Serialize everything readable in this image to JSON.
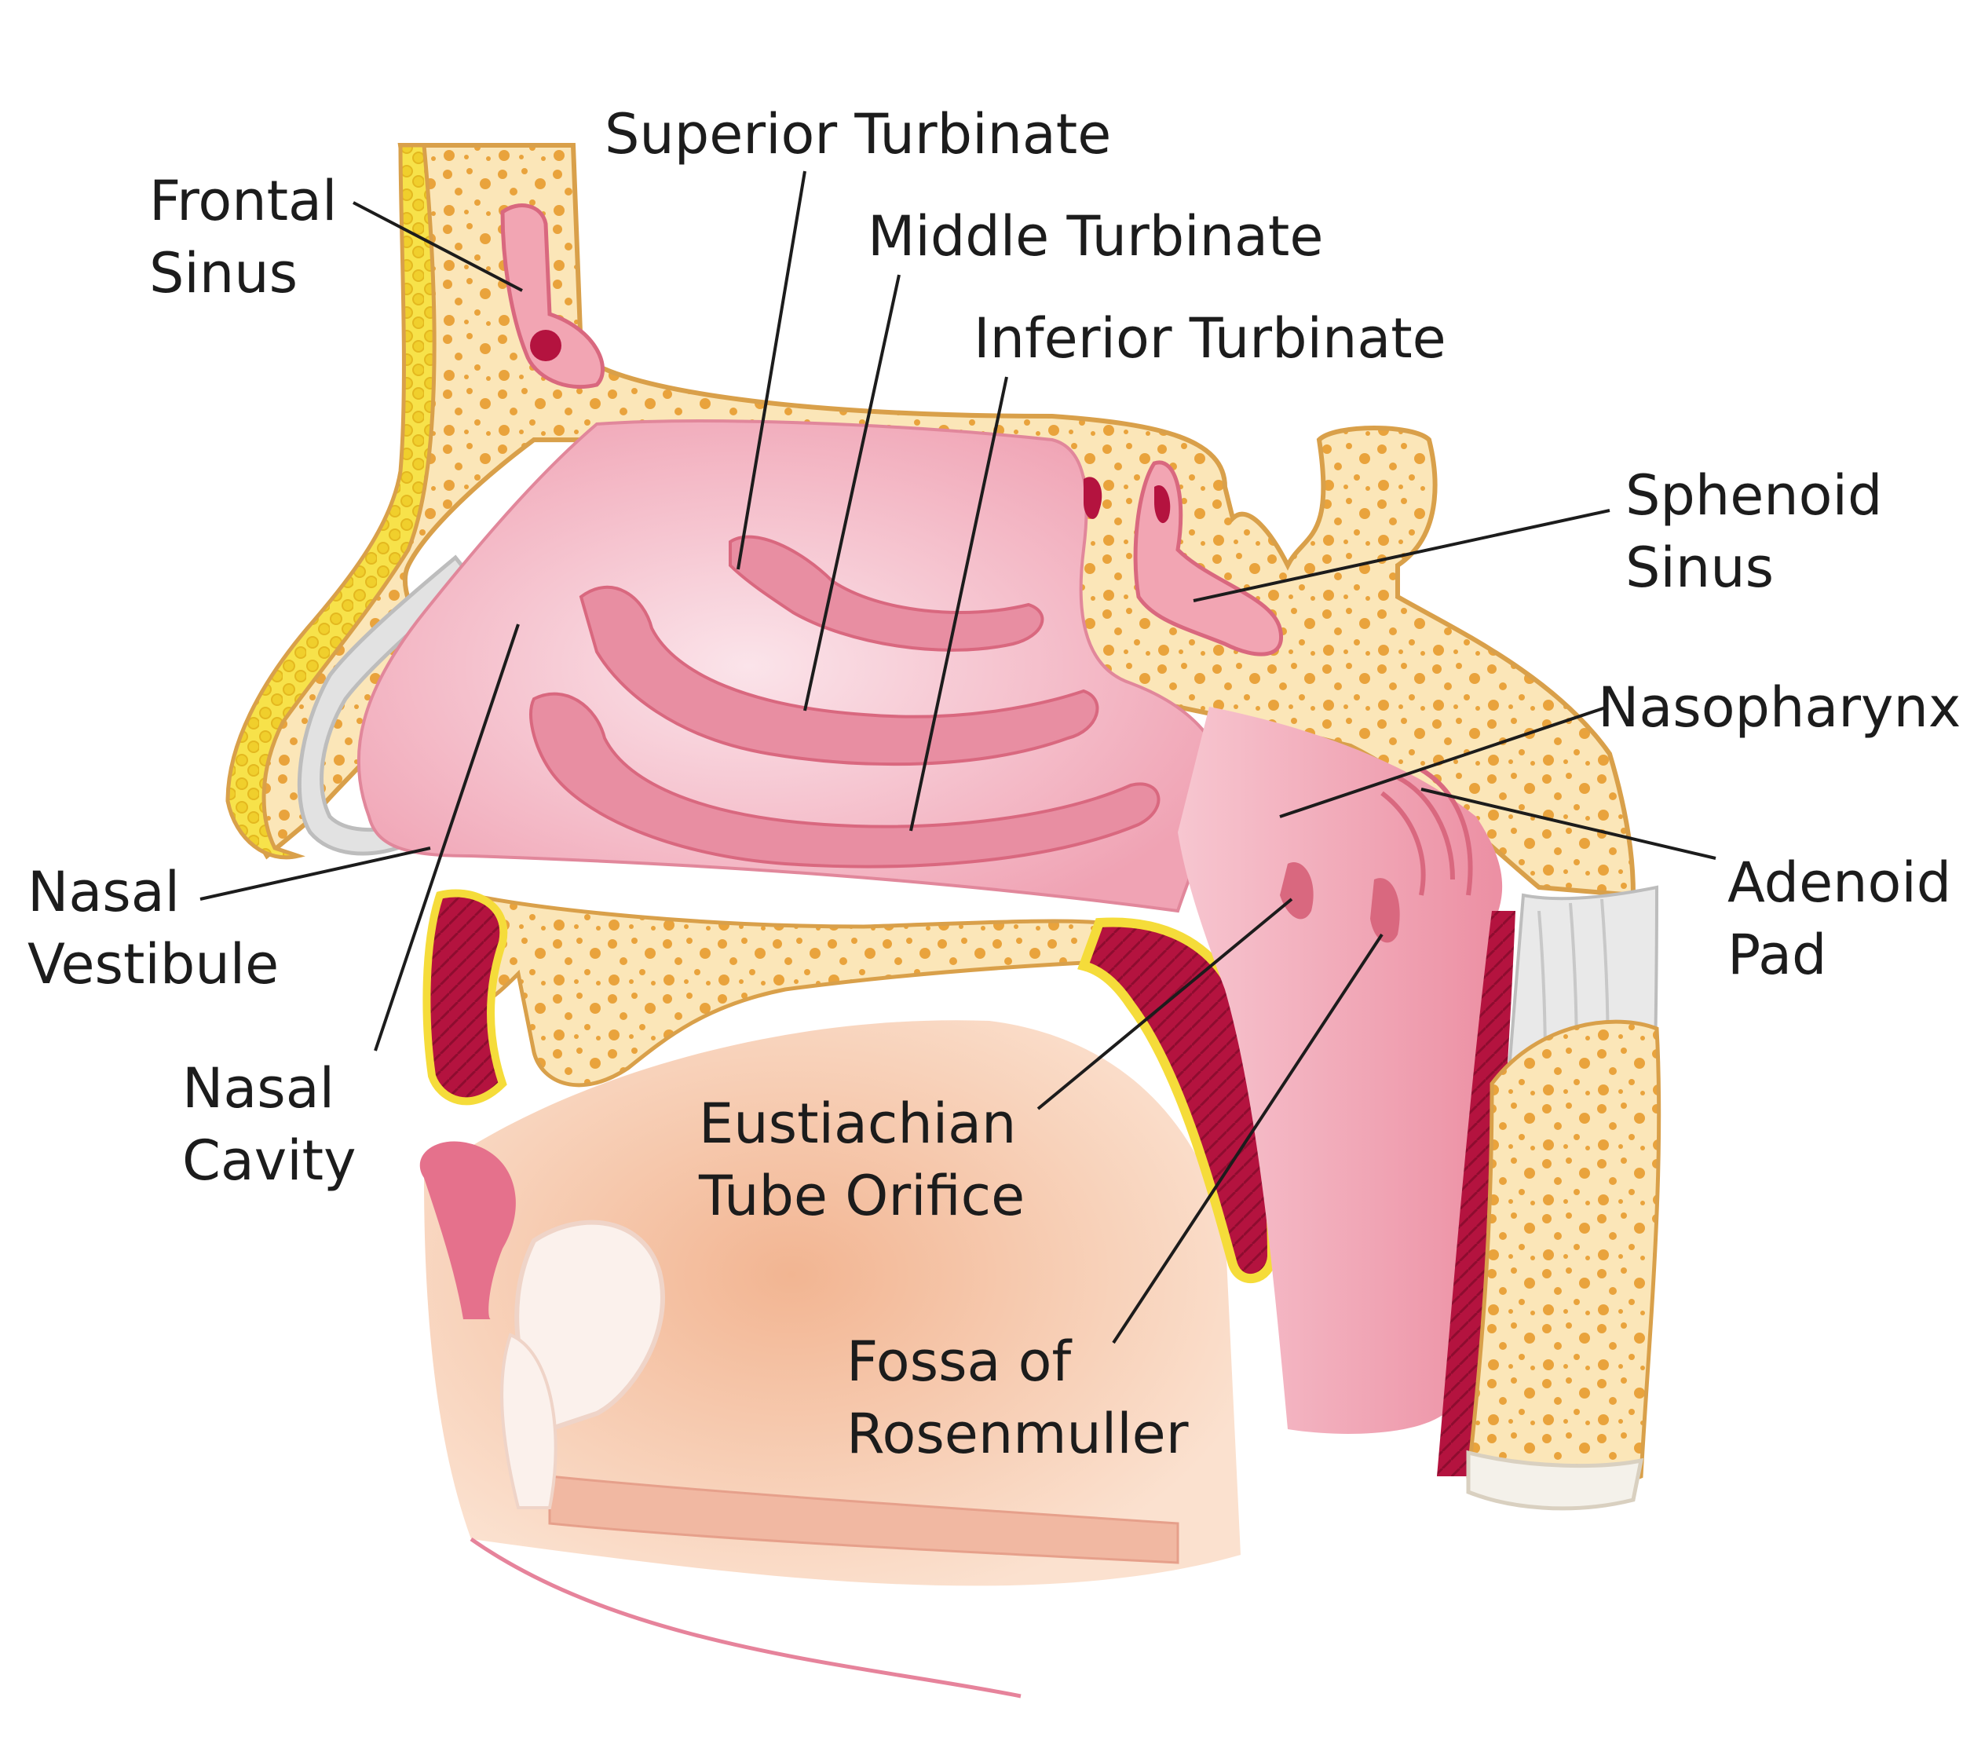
{
  "labels": {
    "frontal_sinus": [
      "Frontal",
      "Sinus"
    ],
    "superior_turbinate": "Superior Turbinate",
    "middle_turbinate": "Middle Turbinate",
    "inferior_turbinate": "Inferior Turbinate",
    "sphenoid_sinus": [
      "Sphenoid",
      "Sinus"
    ],
    "nasopharynx": "Nasopharynx",
    "adenoid_pad": [
      "Adenoid",
      "Pad"
    ],
    "nasal_vestibule": [
      "Nasal",
      "Vestibule"
    ],
    "nasal_cavity": [
      "Nasal",
      "Cavity"
    ],
    "eustachian_tube_orifice": [
      "Eustiachian",
      "Tube Orifice"
    ],
    "fossa_of_rosenmuller": [
      "Fossa of",
      "Rosenmuller"
    ]
  },
  "colors": {
    "bone": "#fbe6b8",
    "bone_dots": "#e9a33c",
    "mucosa": "#f3b3c0",
    "mucosa_dark": "#d9687f",
    "muscle": "#b4133f",
    "fat": "#f5dc3a",
    "cartilage": "#dcdcdc",
    "tissue": "#f6cdb2",
    "leader": "#1c1c1c"
  }
}
